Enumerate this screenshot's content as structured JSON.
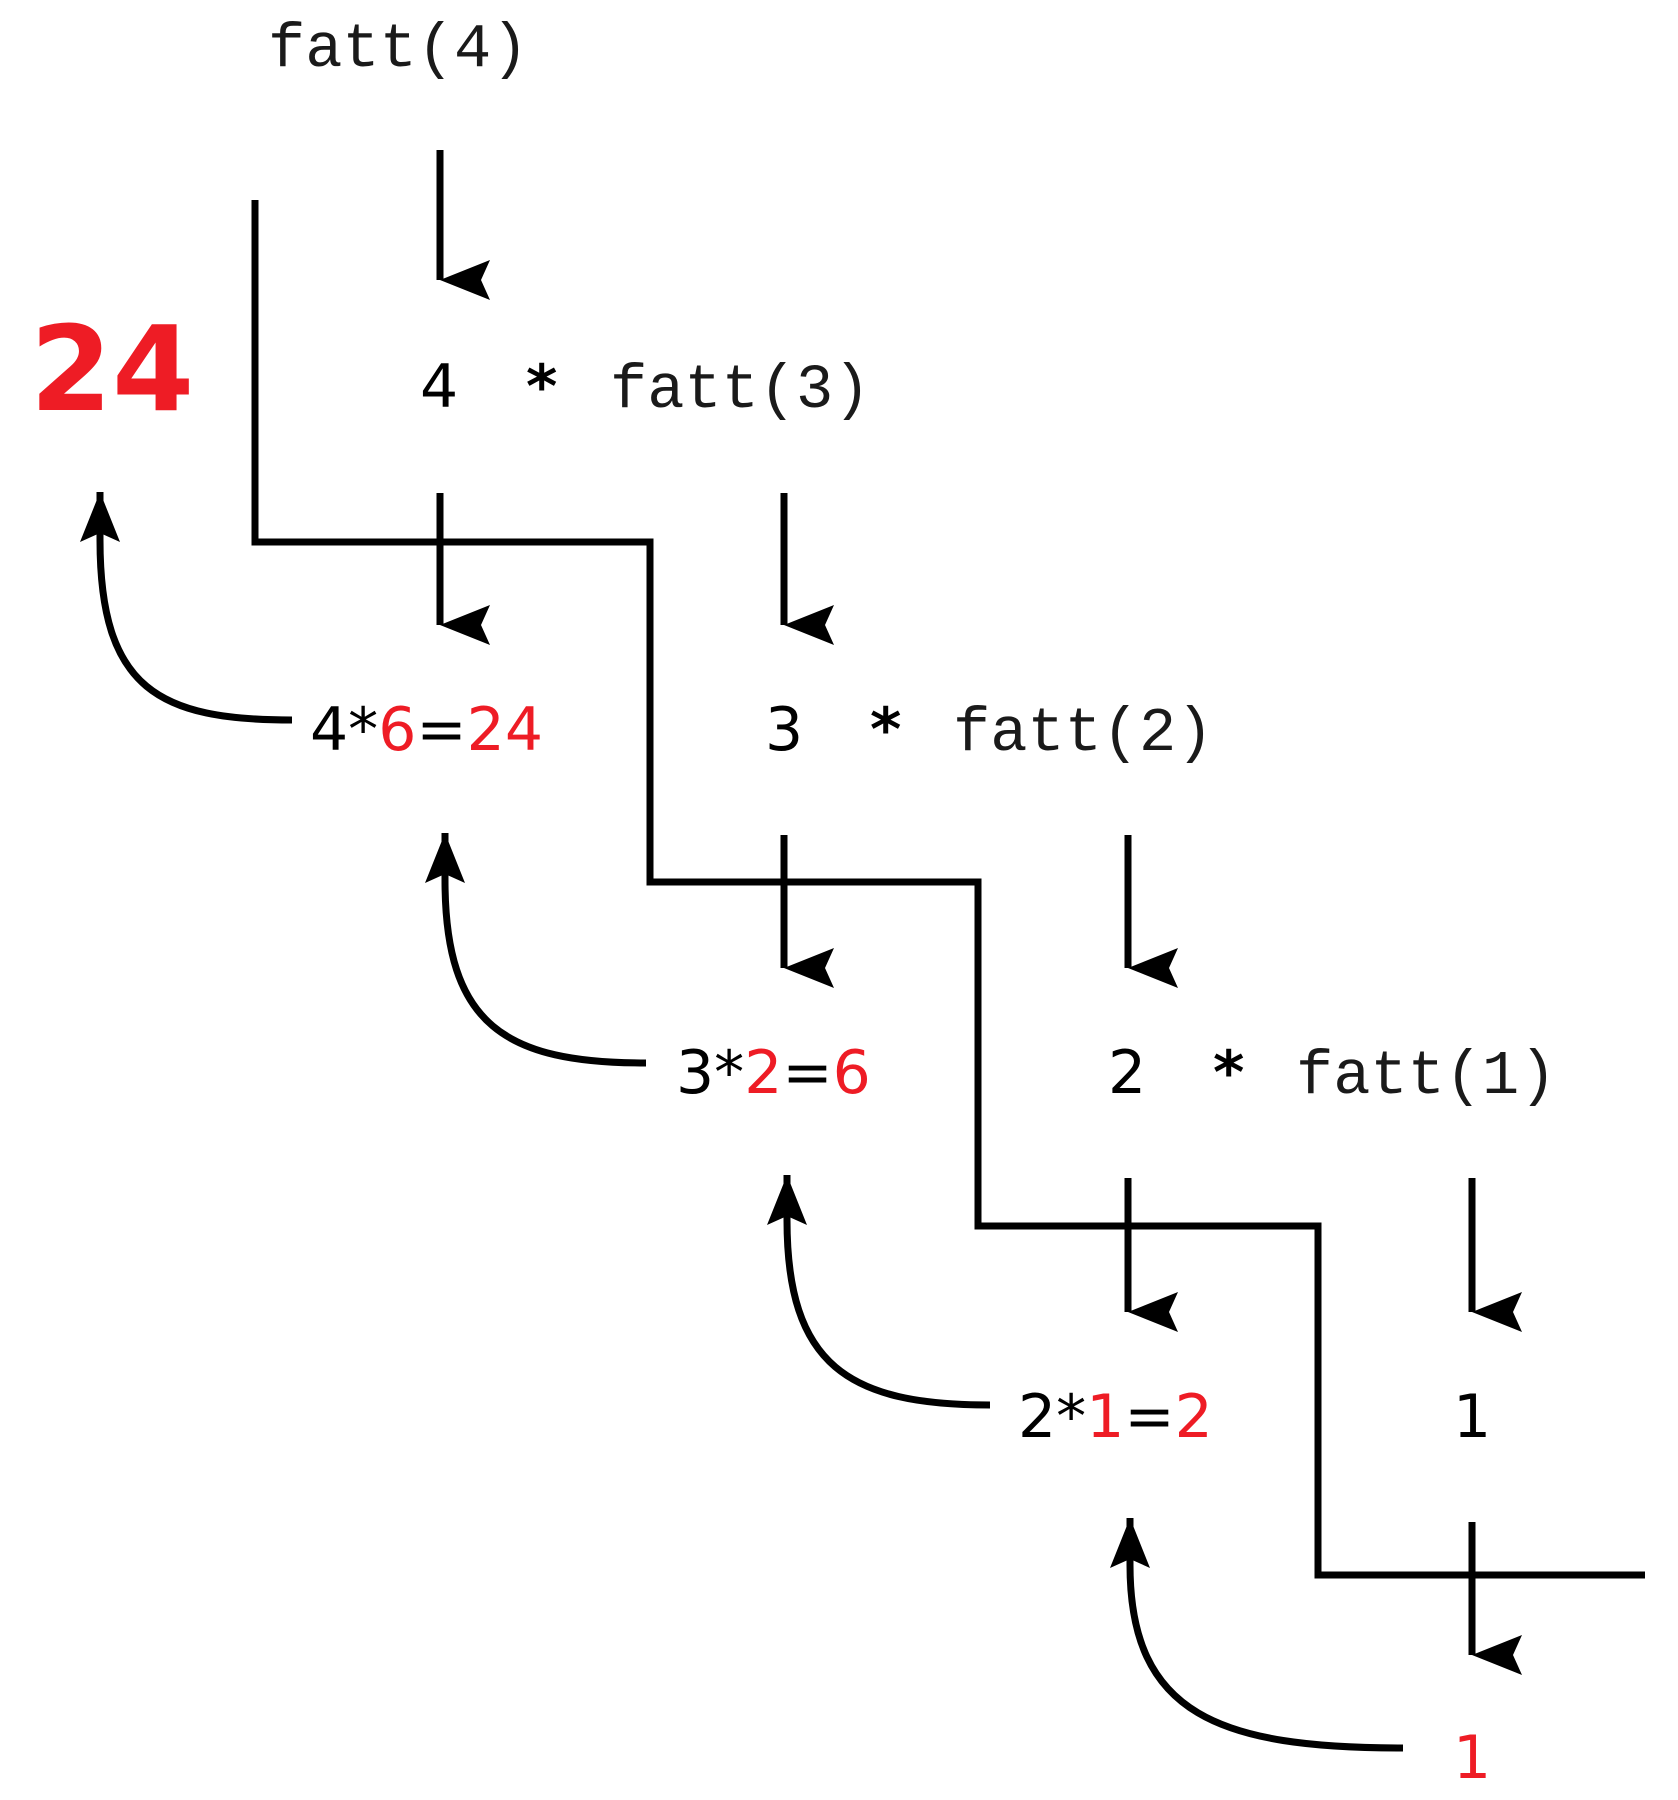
{
  "colors": {
    "ink": "#000000",
    "highlight": "#ee1c25"
  },
  "calls": {
    "fatt4": "fatt(4)",
    "row3": {
      "num": "4",
      "op": "*",
      "call": "fatt(3)"
    },
    "row2": {
      "num": "3",
      "op": "*",
      "call": "fatt(2)"
    },
    "row1": {
      "num": "2",
      "op": "*",
      "call": "fatt(1)"
    },
    "base": "1"
  },
  "returns": {
    "final": "24",
    "ret4": {
      "a": "4*",
      "b": "6",
      "c": "=",
      "d": "24"
    },
    "ret3": {
      "a": "3*",
      "b": "2",
      "c": "=",
      "d": "6"
    },
    "ret2": {
      "a": "2*",
      "b": "1",
      "c": "=",
      "d": "2"
    },
    "base": "1"
  }
}
